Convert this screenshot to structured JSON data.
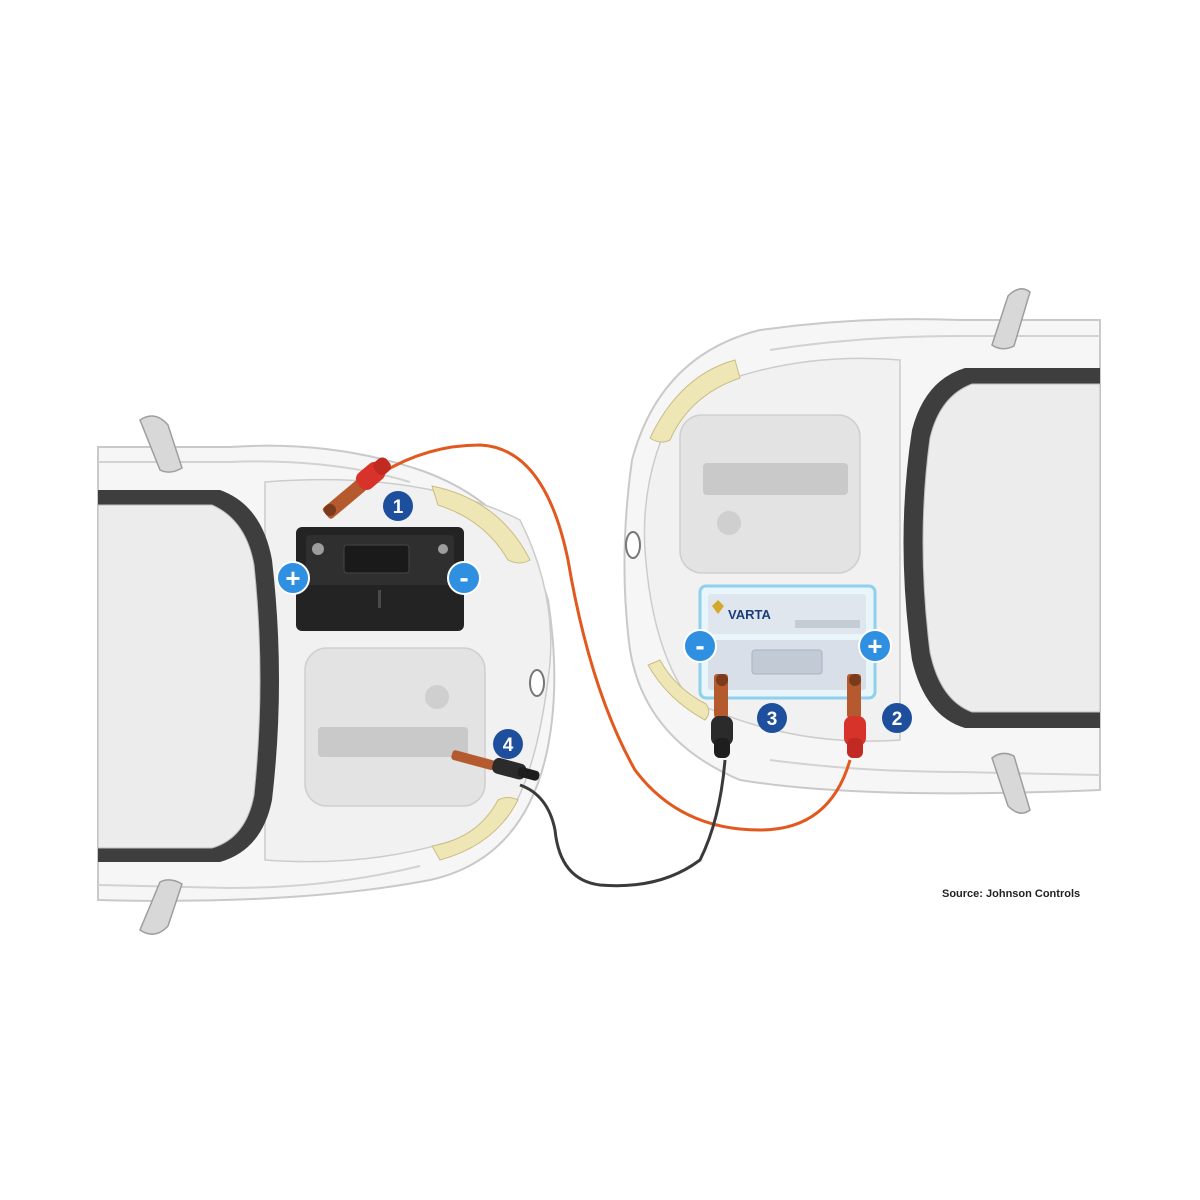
{
  "steps": [
    {
      "number": "1",
      "polarity": "+",
      "car": "left"
    },
    {
      "number": "2",
      "polarity": "+",
      "car": "right"
    },
    {
      "number": "3",
      "polarity": "-",
      "car": "right"
    },
    {
      "number": "4",
      "polarity": "ground",
      "car": "left"
    }
  ],
  "terminals": {
    "plus": "+",
    "minus": "-"
  },
  "battery_brand": "VARTA",
  "source_credit": "Source: Johnson Controls",
  "colors": {
    "positive_cable": "#e2581e",
    "negative_cable": "#3a3a3a",
    "badge": "#1d4f9c",
    "terminal_badge": "#2f8fe0",
    "headlight": "#efe6b5",
    "car_body": "#f5f5f5",
    "car_outline": "#c8c8c8",
    "windshield_frame": "#3e3e3e",
    "clamp_copper": "#b5592e",
    "clamp_red": "#d8332a",
    "clamp_black": "#2b2b2b"
  }
}
